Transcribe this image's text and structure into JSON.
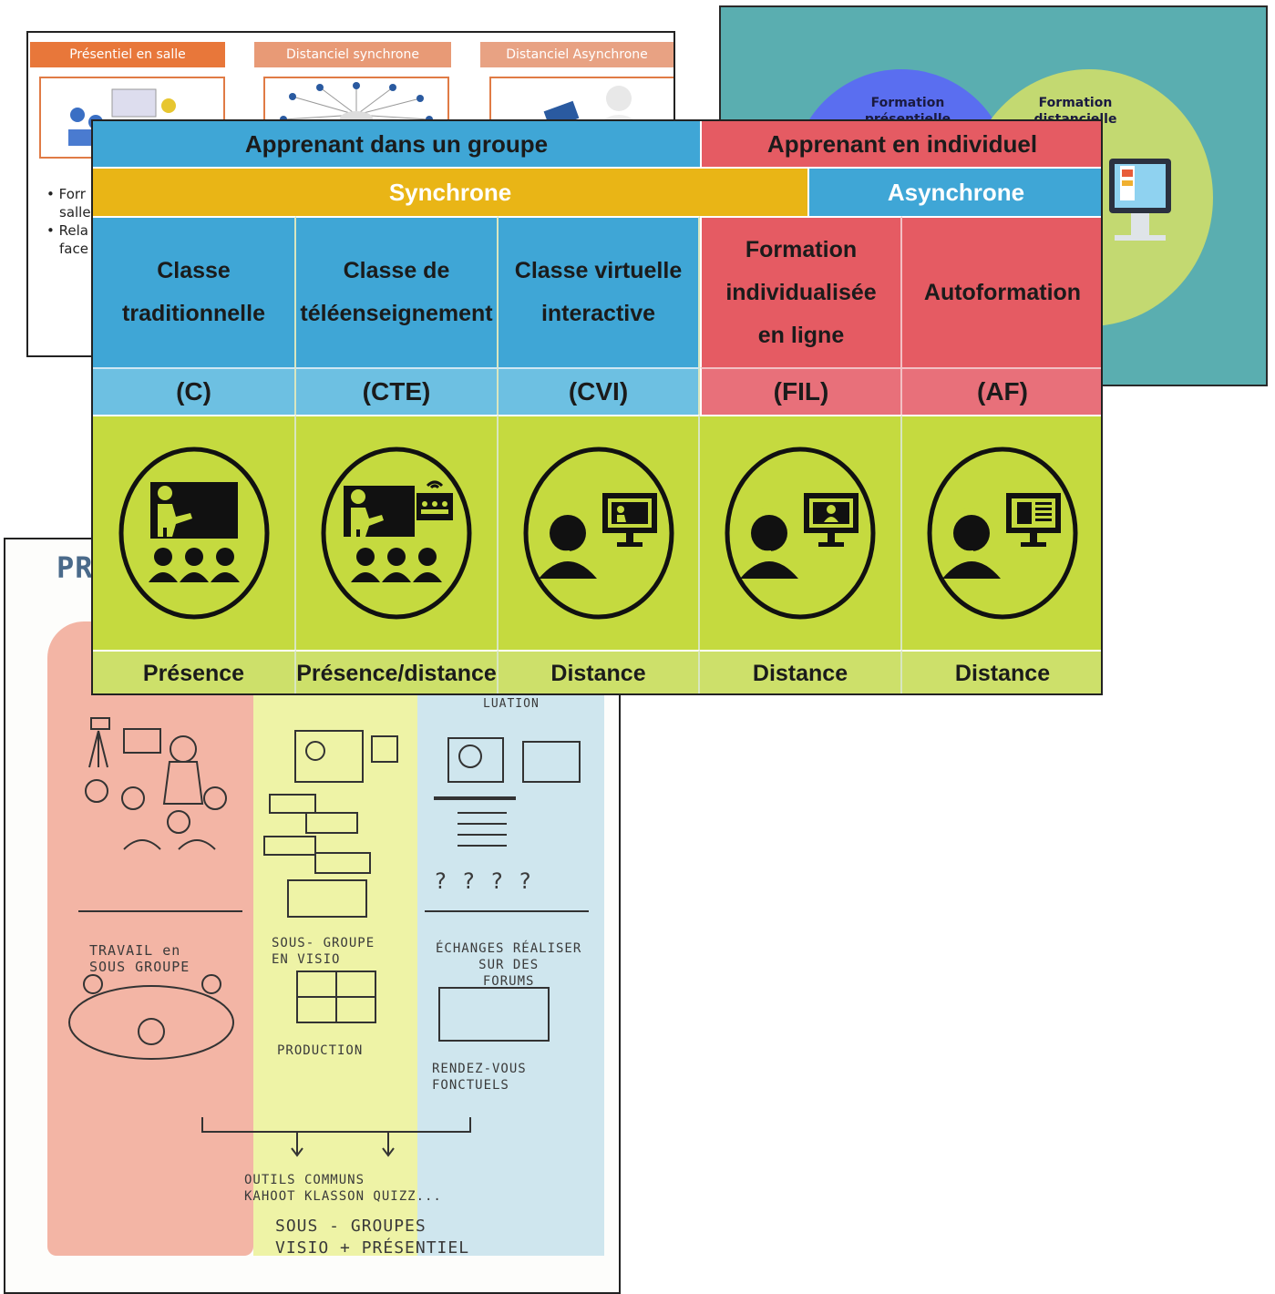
{
  "slide_top_left": {
    "headers": [
      {
        "label": "Présentiel en salle",
        "color": "#e8773a"
      },
      {
        "label": "Distanciel synchrone",
        "color": "#e89a76"
      },
      {
        "label": "Distanciel Asynchrone",
        "color": "#e8a283"
      }
    ],
    "bullets": [
      "Forr",
      "salle",
      "Rela",
      "face"
    ]
  },
  "slide_top_right": {
    "circle_left": "Formation présentielle",
    "circle_right": "Formation distancielle"
  },
  "main_table": {
    "group_header": "Apprenant dans un groupe",
    "individual_header": "Apprenant en individuel",
    "synchrone": "Synchrone",
    "asynchrone": "Asynchrone",
    "columns": [
      {
        "name_lines": [
          "Classe",
          "traditionnelle"
        ],
        "code": "(C)",
        "mode": "Présence",
        "icon": "teacher-board-group-icon"
      },
      {
        "name_lines": [
          "Classe de",
          "téléenseignement"
        ],
        "code": "(CTE)",
        "mode": "Présence/distance",
        "icon": "teacher-board-remote-group-icon"
      },
      {
        "name_lines": [
          "Classe virtuelle",
          "interactive"
        ],
        "code": "(CVI)",
        "mode": "Distance",
        "icon": "headset-screen-teacher-icon"
      },
      {
        "name_lines": [
          "Formation",
          "individualisée",
          "en ligne"
        ],
        "code": "(FIL)",
        "mode": "Distance",
        "icon": "headset-screen-tutor-icon"
      },
      {
        "name_lines": [
          "Autoformation"
        ],
        "code": "(AF)",
        "mode": "Distance",
        "icon": "headset-screen-document-icon"
      }
    ],
    "colors": {
      "blue": "#3fa6d6",
      "red": "#e55b63",
      "orange": "#e9b516",
      "green": "#c5da3f"
    }
  },
  "sketch": {
    "title_fragment": "PR",
    "top_right_fragment": "LUATION",
    "label_sous_groupe": [
      "TRAVAIL en",
      "SOUS GROUPE"
    ],
    "label_video": [
      "SOUS- GROUPE",
      "EN VISIO"
    ],
    "label_production": "PRODUCTION",
    "label_echanges": [
      "ÉCHANGES RÉALISER",
      "SUR DES",
      "FORUMS"
    ],
    "label_rendez": [
      "RENDEZ-VOUS",
      "FONCTUELS"
    ],
    "label_outils": [
      "OUTILS   COMMUNS",
      "KAHOOT KLASSON QUIZZ..."
    ],
    "label_bottom": [
      "SOUS - GROUPES",
      "VISIO + PRÉSENTIEL"
    ],
    "question_marks": [
      "?",
      "?",
      "?",
      "?"
    ]
  }
}
